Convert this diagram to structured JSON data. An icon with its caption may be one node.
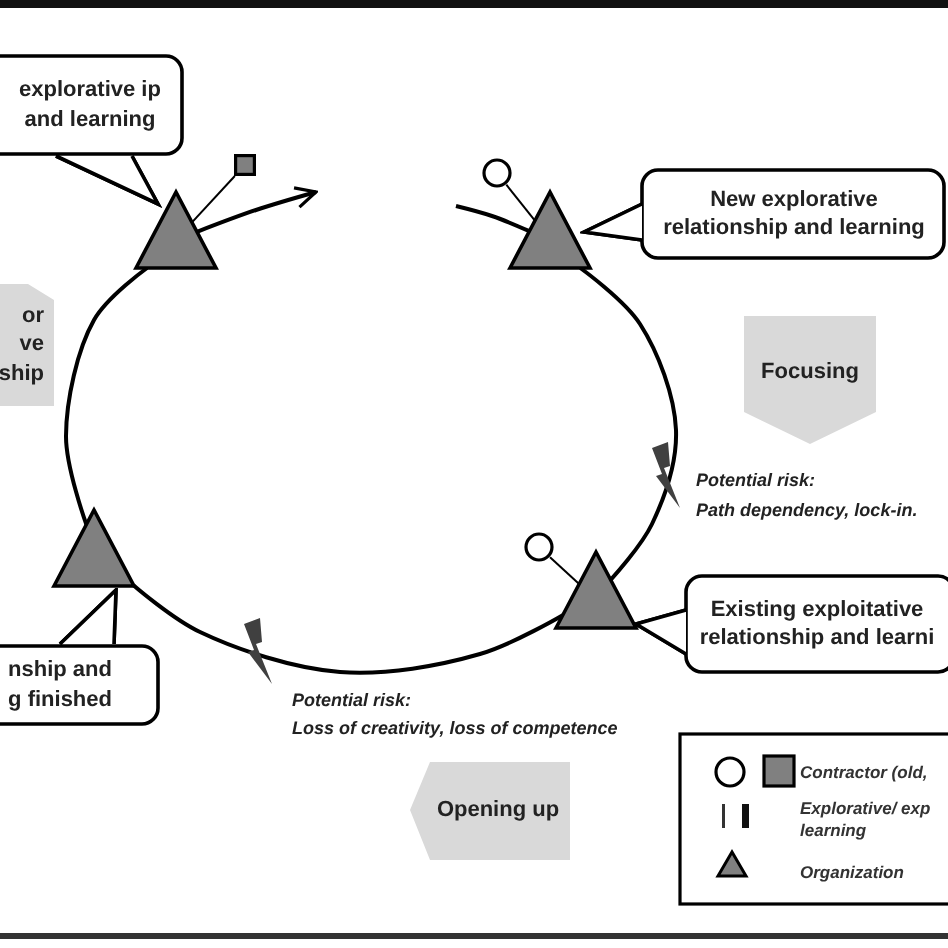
{
  "diagram": {
    "nodes": [
      {
        "text": [
          "explorative ip and learning"
        ]
      },
      {
        "text": [],
        "shape": "box"
      },
      {
        "text": [],
        "shape": "circle"
      },
      {
        "text": [],
        "shape": "triangle"
      },
      {
        "text": [],
        "shape": "triangle"
      },
      {
        "text": [
          "New explorative relationship and learning"
        ]
      },
      {
        "text": [
          "or ve ship"
        ]
      },
      {
        "text": [
          "Focusing"
        ]
      },
      {
        "text": [],
        "shape": "circle"
      },
      {
        "text": [],
        "shape": "triangle"
      },
      {
        "text": [],
        "shape": "triangle"
      },
      {
        "text": [
          "Existing exploitative relationship and learni"
        ]
      },
      {
        "text": [
          "nship and g finished"
        ]
      },
      {
        "text": [
          "Opening up"
        ]
      }
    ],
    "edges": [
      {
        "from": 3,
        "to": null,
        "arrow": "to"
      },
      {
        "from": null,
        "to": 4,
        "arrow": "none"
      },
      {
        "from": 4,
        "to": 10,
        "arrow": "none"
      },
      {
        "from": 10,
        "to": 9,
        "arrow": "none"
      },
      {
        "from": 9,
        "to": 3,
        "arrow": "none"
      },
      {
        "from": 3,
        "to": 1,
        "arrow": "none"
      },
      {
        "from": 4,
        "to": 2,
        "arrow": "none"
      },
      {
        "from": 10,
        "to": 8,
        "arrow": "none"
      }
    ],
    "labels": [
      "Potential risk:",
      "Path dependency, lock-in.",
      "Potential risk:",
      "Loss of creativity, loss of competence"
    ],
    "legend": [
      {
        "text": "Contractor (old,"
      },
      {
        "text": "Explorative/ exp learning"
      },
      {
        "text": "Organization"
      }
    ]
  }
}
